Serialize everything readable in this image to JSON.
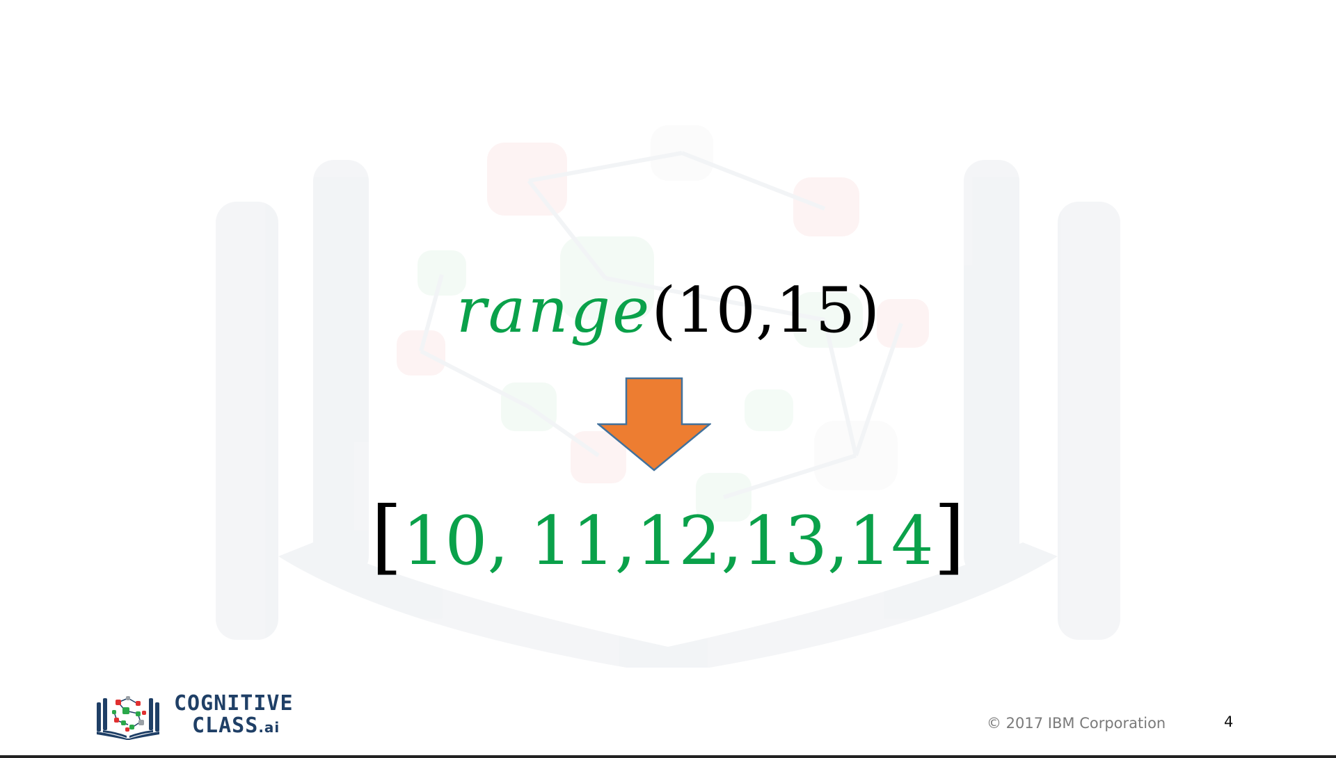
{
  "slide": {
    "expression": {
      "function_name": "range",
      "arguments": "(10,15)"
    },
    "result": {
      "open_bracket": "[",
      "values": "10, 11,12,13,14",
      "close_bracket": "]"
    },
    "footer": {
      "logo_line1": "COGNITIVE",
      "logo_line2": "CLASS",
      "logo_suffix": ".ai",
      "copyright": "© 2017 IBM Corporation",
      "page_number": "4"
    }
  },
  "colors": {
    "accent_green": "#0aa14a",
    "arrow_fill": "#ed7d31",
    "arrow_stroke": "#41719c",
    "logo_blue": "#1f3f66"
  }
}
